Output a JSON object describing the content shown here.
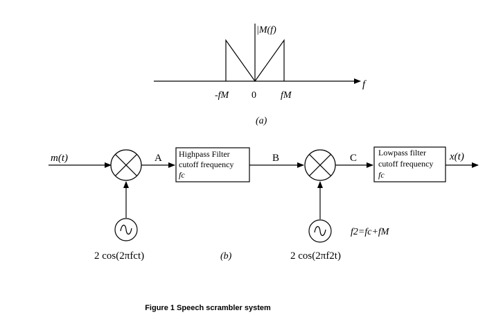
{
  "part_a": {
    "spectrum_label": "|M(f)",
    "freq_axis_label": "f",
    "neg_tick": "-fM",
    "zero_tick": "0",
    "pos_tick": "fM",
    "part_label": "(a)"
  },
  "part_b": {
    "input_signal": "m(t)",
    "node_a": "A",
    "node_b": "B",
    "node_c": "C",
    "output_signal": "x(t)",
    "hpf": {
      "line1": "Highpass Filter",
      "line2": "cutoff frequency",
      "line3": "fc"
    },
    "lpf": {
      "line1": "Lowpass filter",
      "line2": "cutoff frequency",
      "line3": "fc"
    },
    "osc1_label": "2 cos(2πfct)",
    "osc2_label": "2 cos(2πf2t)",
    "f2_relation": "f2=fc+fM",
    "part_label": "(b)"
  },
  "caption": "Figure 1 Speech scrambler system"
}
